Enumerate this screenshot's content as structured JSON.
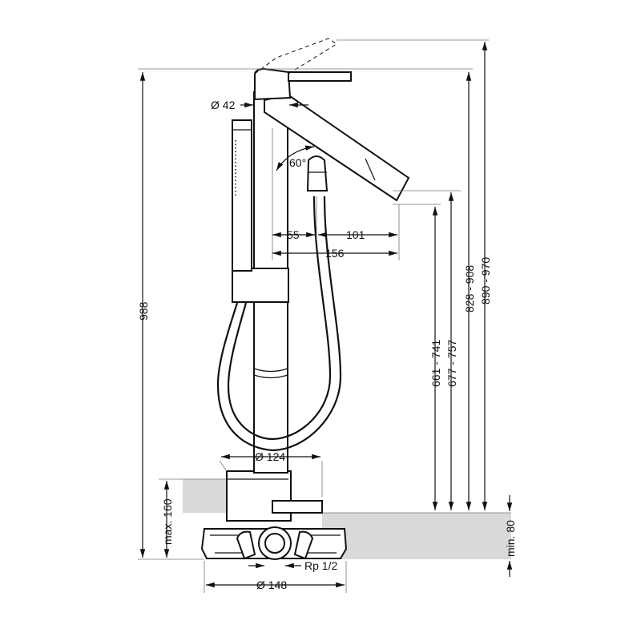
{
  "drawing": {
    "labels": {
      "d42": "Ø 42",
      "angle60": "60°",
      "d55": "55",
      "d101": "101",
      "d156": "156",
      "d124": "Ø 124",
      "d148": "Ø 148",
      "rp": "Rp 1/2",
      "h988": "988",
      "h828": "828 - 908",
      "h890": "890 - 970",
      "h661": "661 - 741",
      "h677": "677 - 757",
      "max160": "max. 160",
      "min80": "min. 80"
    },
    "colors": {
      "ink": "#111111",
      "floor": "#d9d9d9",
      "background": "#ffffff"
    }
  }
}
